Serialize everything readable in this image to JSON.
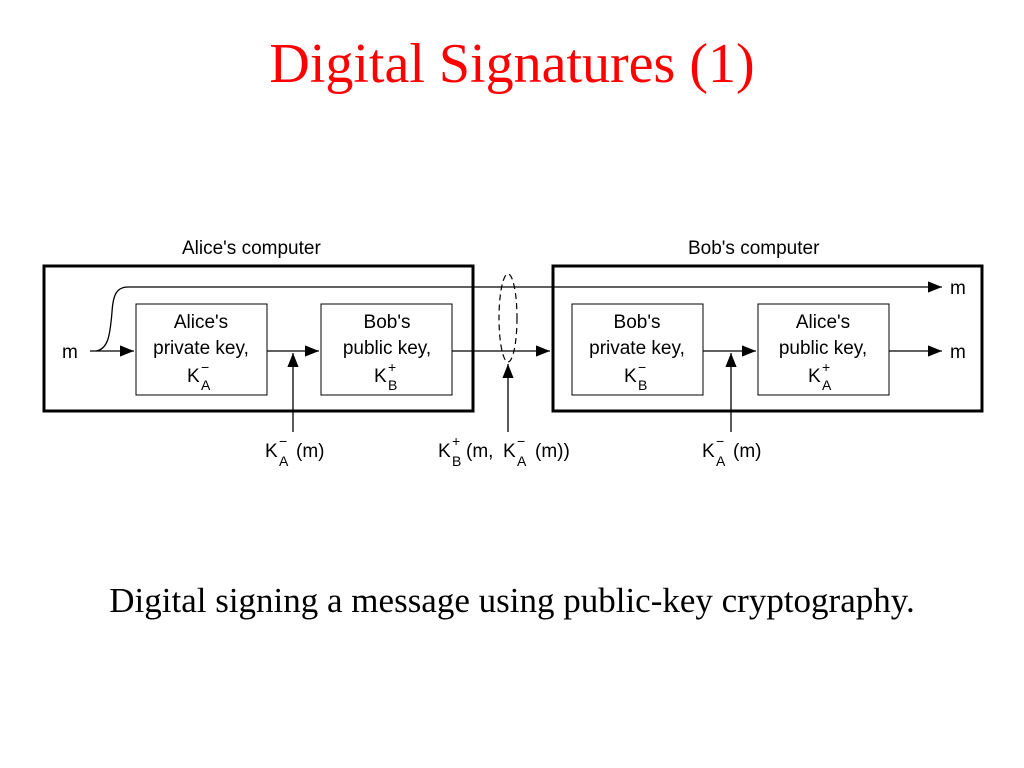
{
  "slide": {
    "title": "Digital Signatures (1)",
    "title_color": "#ff0000",
    "caption": "Digital signing a message using public-key cryptography."
  },
  "diagram": {
    "alice_computer_label": "Alice's computer",
    "bob_computer_label": "Bob's computer",
    "message_label": "m",
    "boxes": [
      {
        "line1": "Alice's",
        "line2": "private key,",
        "key": "K",
        "key_sub": "A",
        "key_sup": "−"
      },
      {
        "line1": "Bob's",
        "line2": "public key,",
        "key": "K",
        "key_sub": "B",
        "key_sup": "+"
      },
      {
        "line1": "Bob's",
        "line2": "private key,",
        "key": "K",
        "key_sub": "B",
        "key_sup": "−"
      },
      {
        "line1": "Alice's",
        "line2": "public key,",
        "key": "K",
        "key_sub": "A",
        "key_sup": "+"
      }
    ],
    "annotations": {
      "a1": {
        "k": "K",
        "sub": "A",
        "sup": "−",
        "rest": "(m)"
      },
      "a2": {
        "k1": "K",
        "sub1": "B",
        "sup1": "+",
        "mid": "(m,",
        "k2": "K",
        "sub2": "A",
        "sup2": "−",
        "rest": "(m))"
      },
      "a3": {
        "k": "K",
        "sub": "A",
        "sup": "−",
        "rest": "(m)"
      }
    }
  }
}
